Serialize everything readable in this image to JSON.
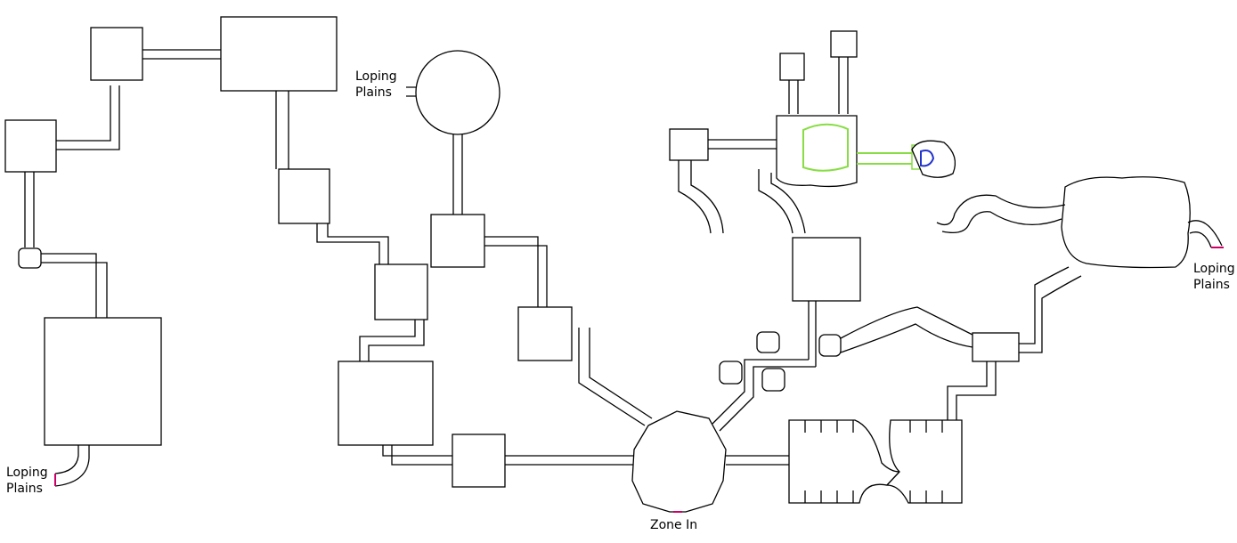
{
  "map": {
    "labels": {
      "loping_top": "Loping\nPlains",
      "loping_left": "Loping\nPlains",
      "loping_right": "Loping\nPlains",
      "zone_in": "Zone In"
    },
    "colors": {
      "walls": "#000000",
      "exit_marker": "#cc0066",
      "path_highlight": "#88dd44",
      "target_highlight": "#2233cc"
    }
  }
}
